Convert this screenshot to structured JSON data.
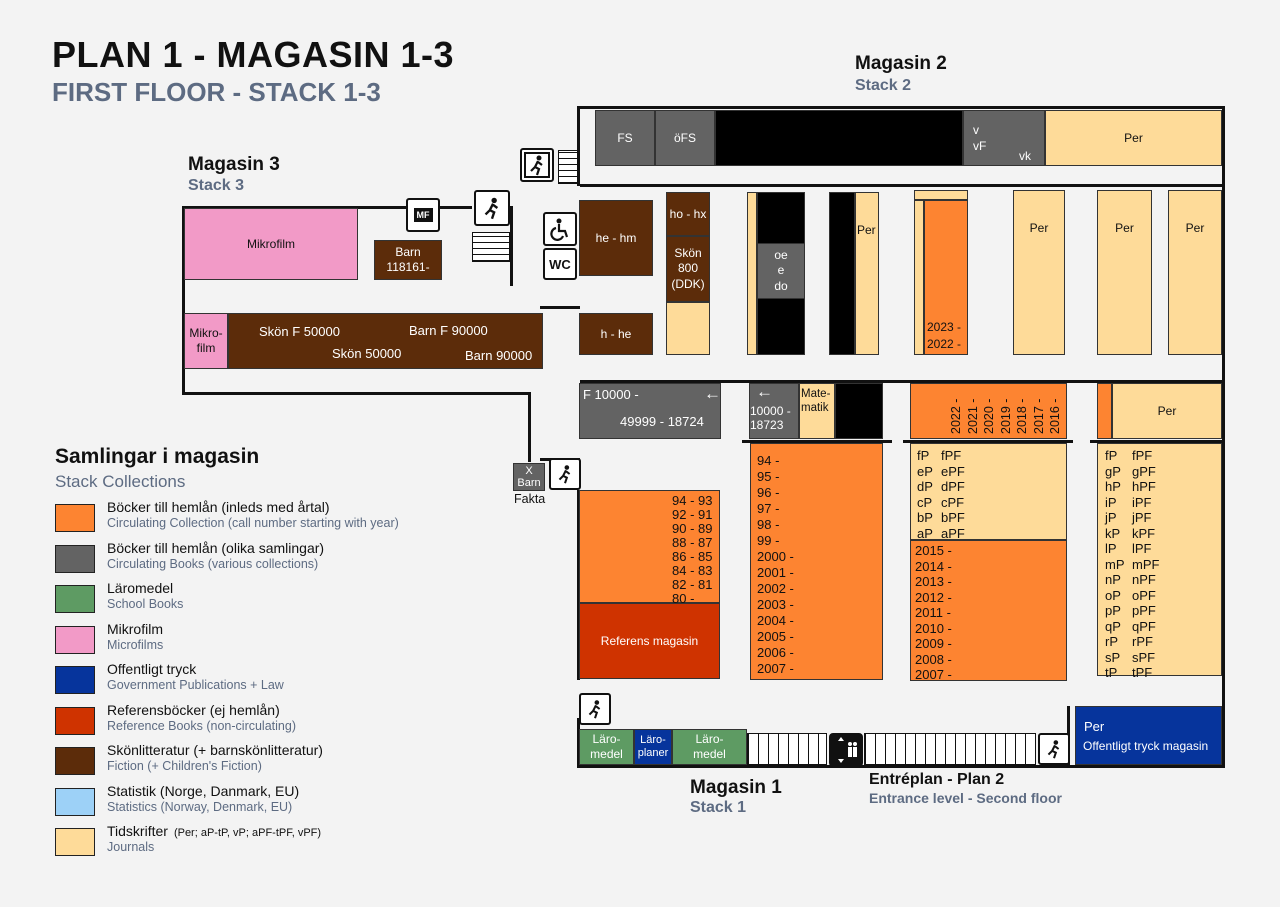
{
  "title": "PLAN 1 - MAGASIN 1-3",
  "subtitle": "FIRST FLOOR - STACK 1-3",
  "zones": {
    "mag2": {
      "title": "Magasin 2",
      "sub": "Stack 2"
    },
    "mag3": {
      "title": "Magasin 3",
      "sub": "Stack 3"
    },
    "mag1": {
      "title": "Magasin 1",
      "sub": "Stack 1"
    },
    "entre": {
      "title": "Entréplan - Plan 2",
      "sub": "Entrance level - Second floor"
    }
  },
  "colors": {
    "circulating_year": "#fd8431",
    "circulating_other": "#636363",
    "school": "#5e9b63",
    "microfilm": "#f29ac7",
    "government": "#06349c",
    "reference": "#cf3300",
    "fiction": "#5c2c0a",
    "statistics": "#9dd1f7",
    "journals": "#fedb99"
  },
  "labels": {
    "fs": "FS",
    "ofs": "öFS",
    "v_vf": "v\nvF",
    "vk": "vk",
    "per": "Per",
    "mikrofilm": "Mikrofilm",
    "mf": "MF",
    "barn1": "Barn\n118161-",
    "hehm": "he - hm",
    "hohx": "ho - hx",
    "skon800": "Skön\n800\n(DDK)",
    "oe": "oe\ne\ndo",
    "y2023": "2023 -\n2022 -",
    "mikro2": "Mikro-\nfilm",
    "skonF": "Skön F 50000",
    "barnF": "Barn F 90000",
    "skon5": "Skön 50000",
    "barn9": "Barn 90000",
    "hhe": "h - he",
    "f10000": "F 10000 -",
    "f49999": "49999 - 18724",
    "n10000": "10000 -\n18723",
    "matematik": "Mate-\nmatik",
    "years_row": [
      "2022 -",
      "2021 -",
      "2020 -",
      "2019 -",
      "2018 -",
      "2017 -",
      "2016 -"
    ],
    "fp_col1": "fP\neP\ndP\ncP\nbP\naP",
    "fp_col2": "fPF\nePF\ndPF\ncPF\nbPF\naPF",
    "years2015": "2015 -\n2014 -\n2013 -\n2012 -\n2011 -\n2010 -\n2009 -\n2008 -\n2007 -",
    "p_col1": "fP\ngP\nhP\niP\njP\nkP\nlP\nmP\nnP\noP\npP\nqP\nrP\nsP\ntP",
    "p_col2": "fPF\ngPF\nhPF\niPF\njPF\nkPF\nlPF\nmPF\nnPF\noPF\npPF\nqPF\nrPF\nsPF\ntPF",
    "years94": "94 -\n95 -\n96 -\n97 -\n98 -\n99 -\n2000 -\n2001 -\n2002 -\n2003 -\n2004 -\n2005 -\n2006 -\n2007 -",
    "nums94": "94 - 93\n92 - 91\n90 - 89\n88 - 87\n86 - 85\n84 - 83\n82 - 81\n80 -",
    "referens": "Referens magasin",
    "xbarn": "X\nBarn",
    "fakta": "Fakta",
    "laromedel": "Läro-\nmedel",
    "laroplaner": "Läro-\nplaner",
    "per_off": "Per",
    "offentligt": "Offentligt tryck magasin",
    "wc": "WC"
  },
  "legend": {
    "title": "Samlingar i magasin",
    "sub": "Stack Collections",
    "items": [
      {
        "title": "Böcker till hemlån (inleds med årtal)",
        "sub": "Circulating Collection (call number starting with year)",
        "color": "#fd8431"
      },
      {
        "title": "Böcker till hemlån (olika samlingar)",
        "sub": "Circulating Books (various collections)",
        "color": "#636363"
      },
      {
        "title": "Läromedel",
        "sub": "School Books",
        "color": "#5e9b63"
      },
      {
        "title": "Mikrofilm",
        "sub": "Microfilms",
        "color": "#f29ac7"
      },
      {
        "title": "Offentligt tryck",
        "sub": "Government Publications + Law",
        "color": "#06349c"
      },
      {
        "title": "Referensböcker (ej hemlån)",
        "sub": "Reference Books (non-circulating)",
        "color": "#cf3300"
      },
      {
        "title": "Skönlitteratur (+ barnskönlitteratur)",
        "sub": "Fiction (+ Children's Fiction)",
        "color": "#5c2c0a"
      },
      {
        "title": "Statistik (Norge, Danmark, EU)",
        "sub": "Statistics (Norway, Denmark, EU)",
        "color": "#9dd1f7"
      },
      {
        "title": "Tidskrifter",
        "note": "(Per;  aP-tP, vP;  aPF-tPF, vPF)",
        "sub": "Journals",
        "color": "#fedb99"
      }
    ]
  }
}
